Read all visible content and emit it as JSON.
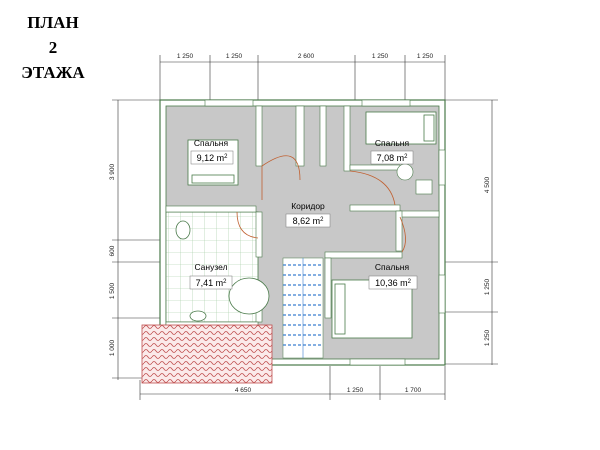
{
  "title": {
    "line1": "ПЛАН",
    "line2": "2",
    "line3": "ЭТАЖА"
  },
  "rooms": [
    {
      "name": "Спальня",
      "area": "9,12 m"
    },
    {
      "name": "Спальня",
      "area": "7,08 m"
    },
    {
      "name": "Коридор",
      "area": "8,62 m"
    },
    {
      "name": "Санузел",
      "area": "7,41 m"
    },
    {
      "name": "Спальня",
      "area": "10,36 m"
    }
  ],
  "area_superscript": "2",
  "dimensions": {
    "top": [
      "1 250",
      "1 250",
      "2 600",
      "1 250",
      "1 250"
    ],
    "bottom": [
      "4 650",
      "1 250",
      "1 700"
    ],
    "left": [
      "3 900",
      "600",
      "1 500",
      "1 000"
    ],
    "right": [
      "4 500",
      "1 250",
      "1 250"
    ]
  },
  "colors": {
    "floor": "#c8c8c8",
    "tile_floor": "#ffffff",
    "tile_grid": "#9cc89c",
    "wall": "#ffffff",
    "wall_outline": "#4a7a4a",
    "stair": "#3a7fd0",
    "balcony": "#c05050",
    "door_arc": "#c06030"
  }
}
